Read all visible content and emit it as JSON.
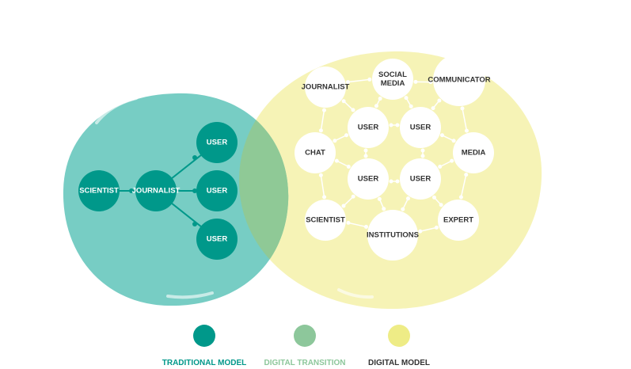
{
  "colors": {
    "traditional": "#00988a",
    "transition": "#8dc79b",
    "digital": "#eeec86",
    "traditional_blob": "#77cdc4",
    "digital_blob": "#f6f3b6",
    "overlap": "#8fc996",
    "digital_label": "#333333"
  },
  "traditional_model": {
    "nodes": [
      "SCIENTIST",
      "JOURNALIST",
      "USER",
      "USER",
      "USER"
    ]
  },
  "digital_model": {
    "nodes": [
      "JOURNALIST",
      "SOCIAL|MEDIA",
      "COMMUNICATOR",
      "USER",
      "USER",
      "CHAT",
      "MEDIA",
      "USER",
      "USER",
      "SCIENTIST",
      "INSTITUTIONS",
      "EXPERT"
    ]
  },
  "legend": [
    {
      "label": "TRADITIONAL MODEL",
      "color_key": "traditional"
    },
    {
      "label": "DIGITAL TRANSITION",
      "color_key": "transition"
    },
    {
      "label": "DIGITAL MODEL",
      "color_key": "digital"
    }
  ]
}
